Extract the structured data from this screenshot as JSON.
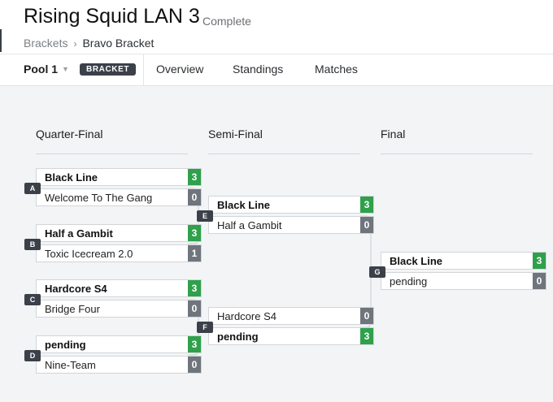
{
  "header": {
    "title": "Rising Squid LAN 3",
    "status": "Complete",
    "breadcrumb": [
      "Brackets",
      "Bravo Bracket"
    ],
    "breadcrumb_separator": "›"
  },
  "tabbar": {
    "pool_label": "Pool 1",
    "pool_caret": "▼",
    "badge": "BRACKET",
    "tabs": [
      "Overview",
      "Standings",
      "Matches"
    ]
  },
  "rounds": [
    "Quarter-Final",
    "Semi-Final",
    "Final"
  ],
  "matches": [
    {
      "id": "A",
      "slots": [
        {
          "team": "Black Line",
          "score": "3",
          "winner": true
        },
        {
          "team": "Welcome To The Gang",
          "score": "0",
          "winner": false
        }
      ]
    },
    {
      "id": "B",
      "slots": [
        {
          "team": "Half a Gambit",
          "score": "3",
          "winner": true
        },
        {
          "team": "Toxic Icecream 2.0",
          "score": "1",
          "winner": false
        }
      ]
    },
    {
      "id": "C",
      "slots": [
        {
          "team": "Hardcore S4",
          "score": "3",
          "winner": true
        },
        {
          "team": "Bridge Four",
          "score": "0",
          "winner": false
        }
      ]
    },
    {
      "id": "D",
      "slots": [
        {
          "team": "pending",
          "score": "3",
          "winner": true
        },
        {
          "team": "Nine-Team",
          "score": "0",
          "winner": false
        }
      ]
    },
    {
      "id": "E",
      "slots": [
        {
          "team": "Black Line",
          "score": "3",
          "winner": true
        },
        {
          "team": "Half a Gambit",
          "score": "0",
          "winner": false
        }
      ]
    },
    {
      "id": "F",
      "slots": [
        {
          "team": "Hardcore S4",
          "score": "0",
          "winner": false
        },
        {
          "team": "pending",
          "score": "3",
          "winner": true
        }
      ]
    },
    {
      "id": "G",
      "slots": [
        {
          "team": "Black Line",
          "score": "3",
          "winner": true
        },
        {
          "team": "pending",
          "score": "0",
          "winner": false
        }
      ]
    }
  ],
  "colors": {
    "win": "#2fa04b",
    "loss": "#6f757c",
    "badge": "#3b4049"
  }
}
